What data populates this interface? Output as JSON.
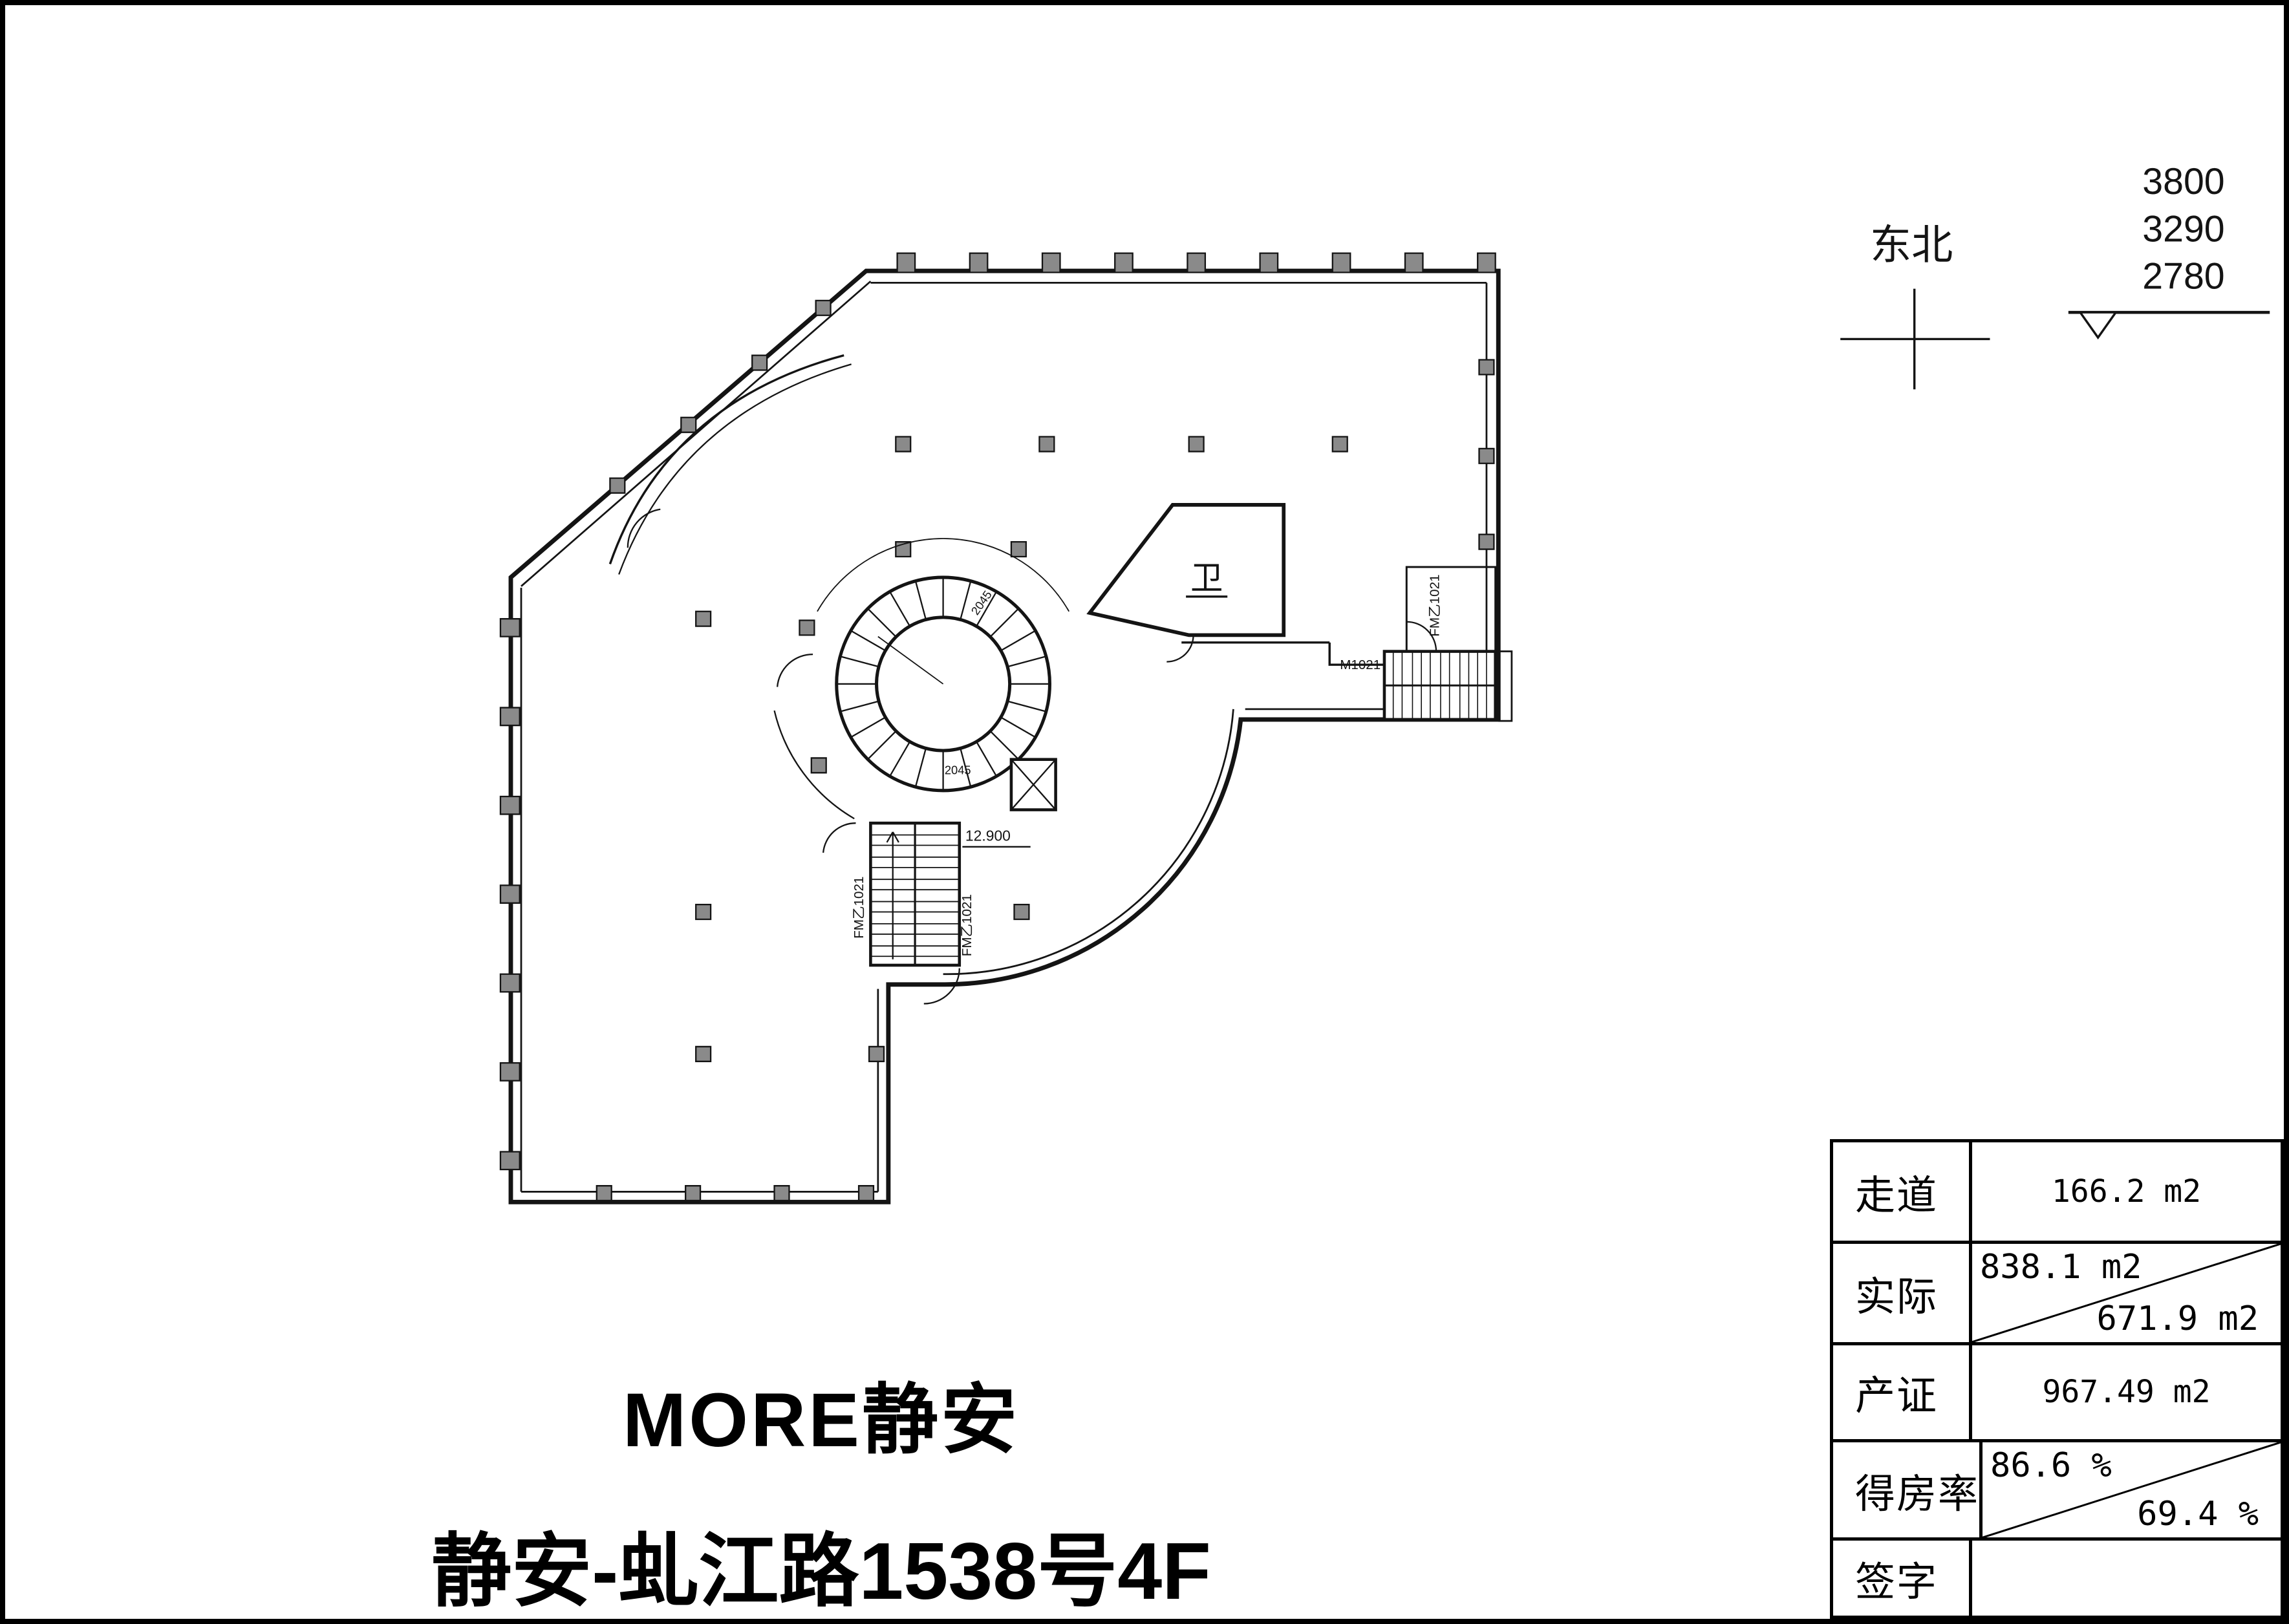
{
  "titles": {
    "project": "MORE静安",
    "address": "静安-虬江路1538号4F"
  },
  "compass": {
    "label": "东北"
  },
  "levels": {
    "values": [
      "3800",
      "3290",
      "2780"
    ]
  },
  "area_table": {
    "rows": [
      {
        "label": "走道",
        "value": "166.2 m2"
      },
      {
        "label": "实际",
        "value_top": "838.1 m2",
        "value_bottom": "671.9 m2"
      },
      {
        "label": "产证",
        "value": "967.49 m2"
      },
      {
        "label": "得房率",
        "value_top": "86.6 %",
        "value_bottom": "69.4 %"
      },
      {
        "label": "签字",
        "value": ""
      }
    ]
  },
  "plan_labels": {
    "toilet": "卫",
    "door": "M1021",
    "fire_door": "FM乙1021",
    "elevation": "12.900",
    "dim_radius": "2045"
  },
  "colors": {
    "line": "#141414",
    "column_fill": "#8a8a8a",
    "background": "#ffffff"
  }
}
